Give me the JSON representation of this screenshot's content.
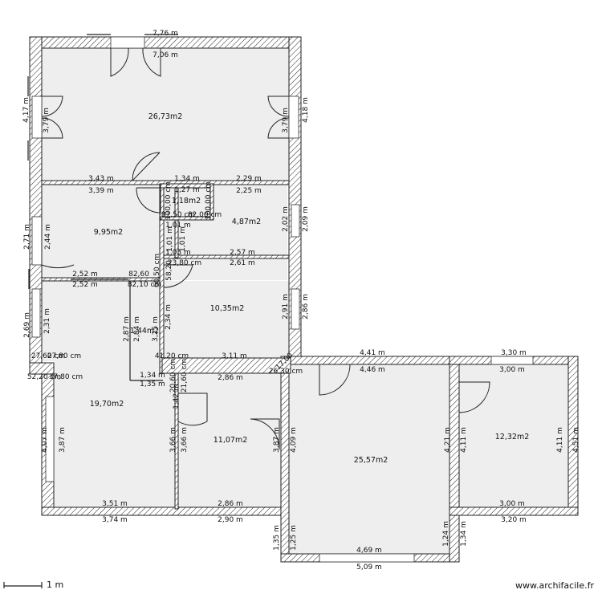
{
  "rooms": {
    "living": "26,73m2",
    "bedroom_w": "9,95m2",
    "bath": "1,18m2",
    "bedroom_e": "4,87m2",
    "room_mid": "10,35m2",
    "room_sw": "19,70m2",
    "room_s": "11,07m2",
    "room_se": "25,57m2",
    "room_far": "12,32m2",
    "closet": "1,44m2"
  },
  "dims": [
    "7,76 m",
    "7,06 m",
    "4,17 m",
    "3,79 m",
    "3,79 m",
    "4,18 m",
    "3,43 m",
    "3,39 m",
    "1,34 m",
    "1,27 m",
    "2,29 m",
    "2,25 m",
    "100,00 cm",
    "100,00 cm",
    "87,50 cm",
    "82,00 cm",
    "1,01 m",
    "1,01 m",
    "1,01 m",
    "2,02 m",
    "2,09 m",
    "2,71 m",
    "2,44 m",
    "1,05 m",
    "2,57 m",
    "2,61 m",
    "23,80 cm",
    "2,52 m",
    "2,52 m",
    "82,60",
    "82,10 cm",
    "58,20",
    "60,50 cm",
    "2,69 m",
    "2,31 m",
    "2,87 m",
    "2,84 m",
    "3,25 m",
    "2,34 m",
    "2,91 m",
    "2,86 m",
    "27,60 cm",
    "27,80 cm",
    "41,20 cm",
    "3,11 m",
    "1,34 m",
    "1,42 m",
    "1,35 m",
    "52,20 cm",
    "37,80 cm",
    "20,60 cm",
    "21,60 cm",
    "2,86 m",
    "17,00",
    "26,30 cm",
    "4,41 m",
    "4,46 m",
    "3,30 m",
    "3,00 m",
    "4,07 m",
    "3,87 m",
    "3,66 m",
    "3,66 m",
    "3,87 m",
    "4,09 m",
    "4,21 m",
    "4,11 m",
    "4,11 m",
    "4,51 m",
    "3,51 m",
    "3,74 m",
    "2,86 m",
    "2,90 m",
    "3,00 m",
    "3,20 m",
    "1,35 m",
    "1,25 m",
    "1,24 m",
    "1,34 m",
    "4,69 m",
    "5,09 m"
  ],
  "scale_label": "1 m",
  "credit": "www.archifacile.fr"
}
